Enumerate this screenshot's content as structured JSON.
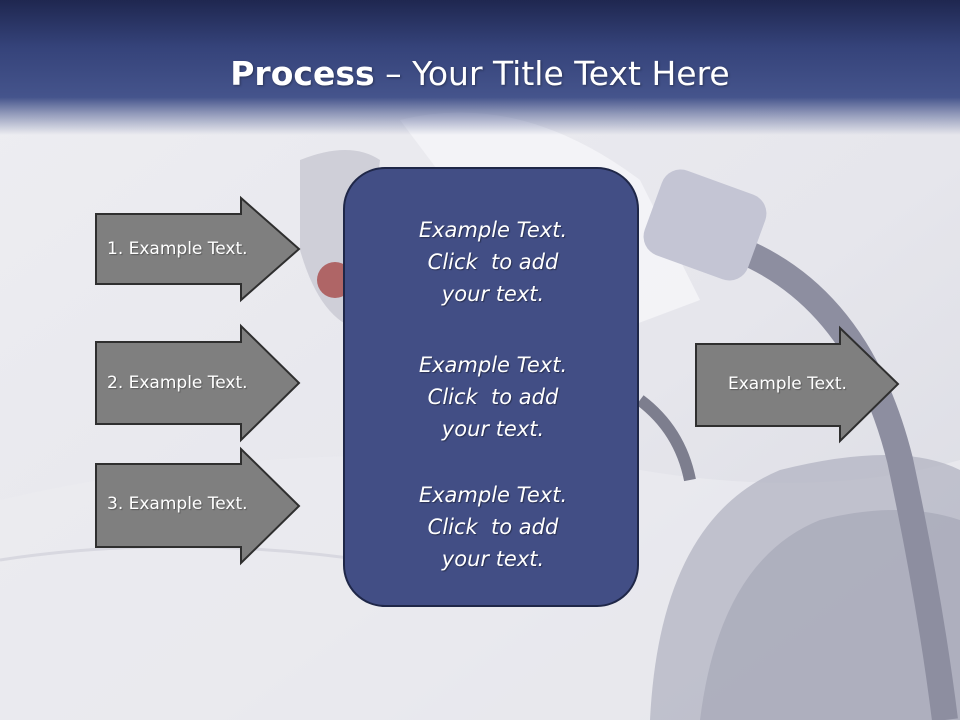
{
  "slide": {
    "title_bold": "Process",
    "title_rest": " – Your Title Text Here"
  },
  "inputs": [
    {
      "label": "1. Example Text."
    },
    {
      "label": "2. Example Text."
    },
    {
      "label": "3. Example Text."
    }
  ],
  "center": {
    "blocks": [
      {
        "lines": [
          "Example Text.",
          "Click  to add",
          "your text."
        ]
      },
      {
        "lines": [
          "Example Text.",
          "Click  to add",
          "your text."
        ]
      },
      {
        "lines": [
          "Example Text.",
          "Click  to add",
          "your text."
        ]
      }
    ]
  },
  "output": {
    "label": "Example Text."
  },
  "colors": {
    "title_band": "#3b4780",
    "center_fill": "#424e85",
    "arrow_fill": "#7f7f7f",
    "arrow_stroke": "#2f2f2f"
  }
}
